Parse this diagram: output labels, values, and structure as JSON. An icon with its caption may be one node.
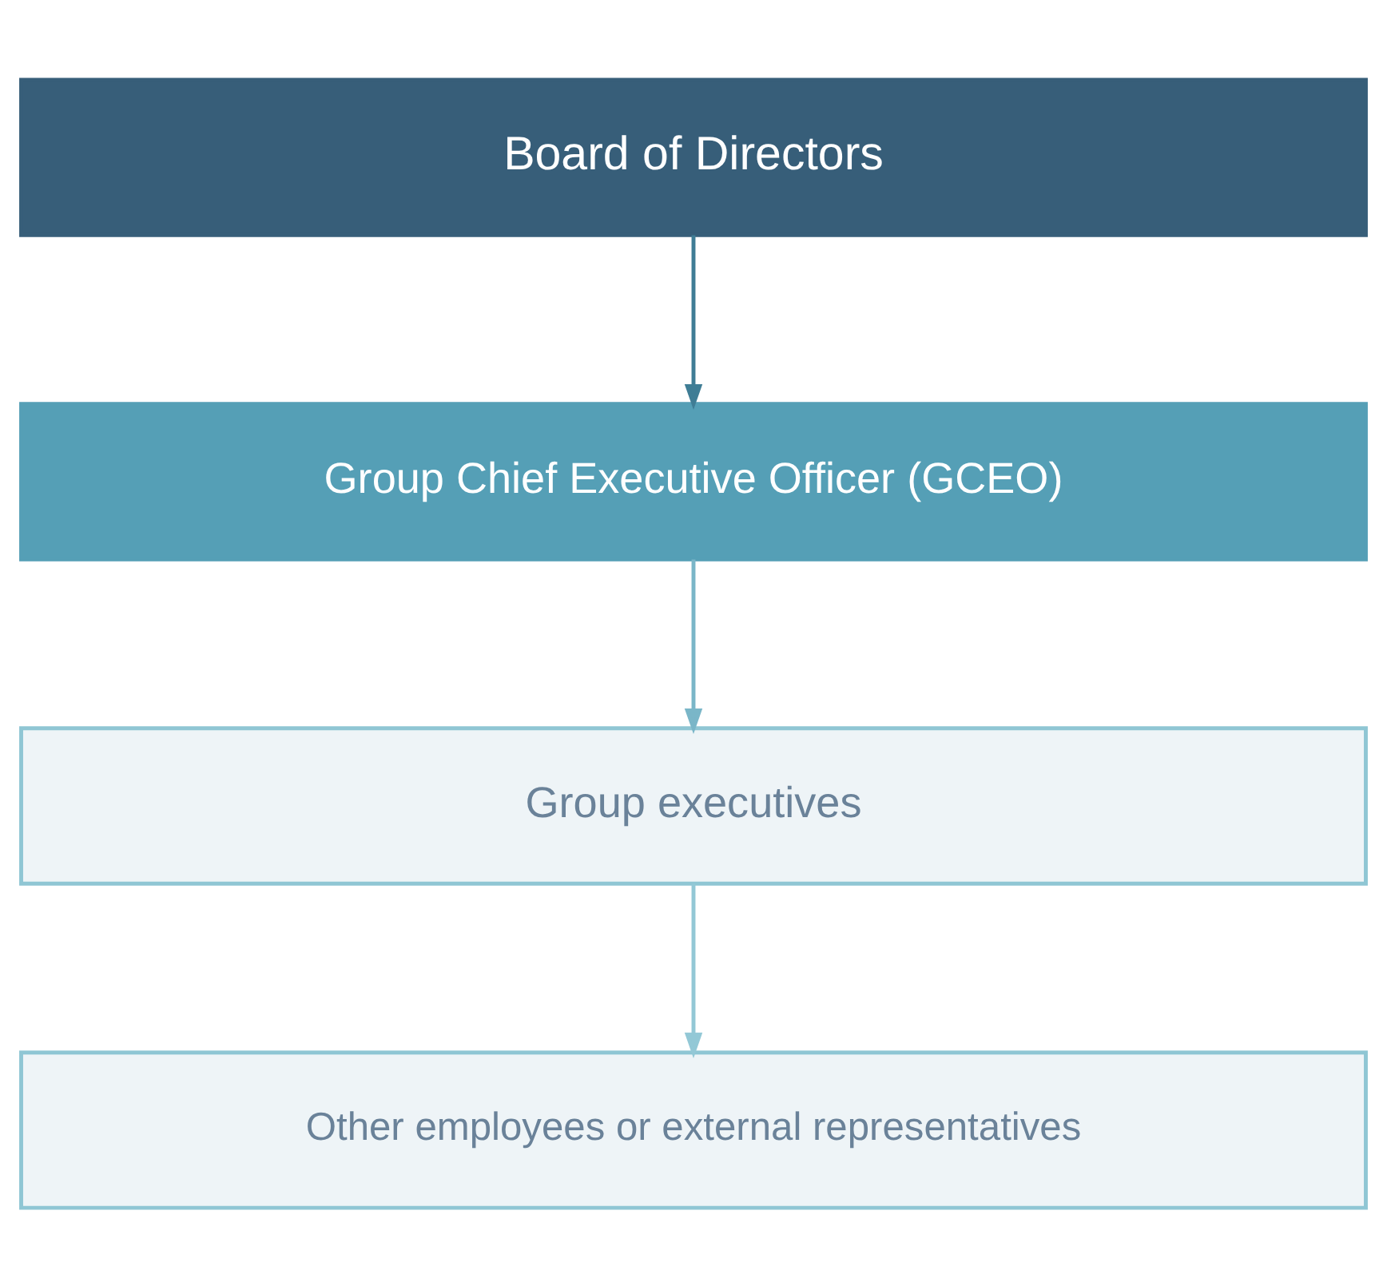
{
  "diagram": {
    "nodes": [
      {
        "text": [
          "Board of Directors"
        ]
      },
      {
        "text": [
          "Group Chief Executive Officer (GCEO)"
        ]
      },
      {
        "text": [
          "Group executives"
        ]
      },
      {
        "text": [
          "Other employees or external representatives"
        ]
      }
    ],
    "edges": [
      {
        "from": 0,
        "to": 1,
        "arrow": "to",
        "color": "#3f7d95"
      },
      {
        "from": 1,
        "to": 2,
        "arrow": "to",
        "color": "#7ab6c8"
      },
      {
        "from": 2,
        "to": 3,
        "arrow": "to",
        "color": "#93c8d6"
      }
    ]
  }
}
